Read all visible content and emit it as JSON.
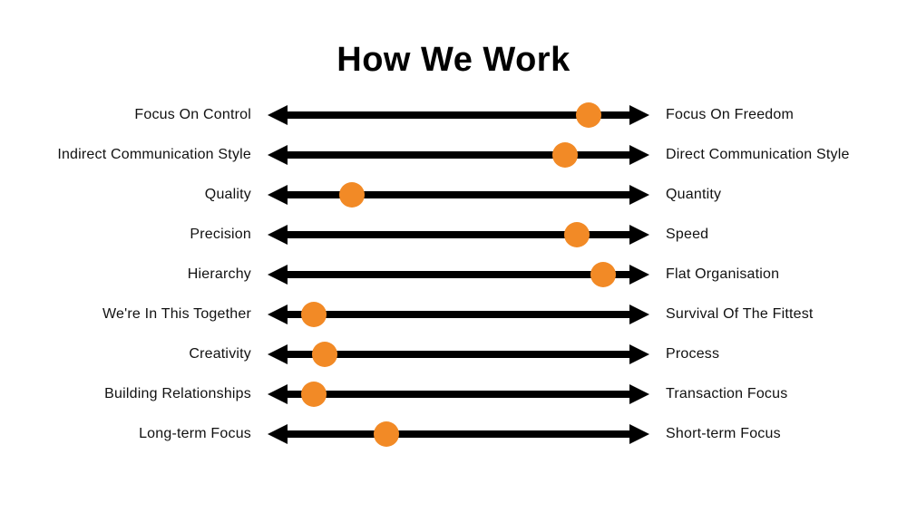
{
  "title": "How We Work",
  "colors": {
    "dot": "#F28A26",
    "arrow": "#000000",
    "text": "#111111"
  },
  "chart_data": {
    "type": "spectrum-dot",
    "title": "How We Work",
    "scale": [
      0,
      100
    ],
    "rows": [
      {
        "left": "Focus On Control",
        "right": "Focus On Freedom",
        "position": 84
      },
      {
        "left": "Indirect Communication Style",
        "right": "Direct Communication Style",
        "position": 78
      },
      {
        "left": "Quality",
        "right": "Quantity",
        "position": 22
      },
      {
        "left": "Precision",
        "right": "Speed",
        "position": 81
      },
      {
        "left": "Hierarchy",
        "right": "Flat Organisation",
        "position": 88
      },
      {
        "left": "We're In This Together",
        "right": "Survival Of The Fittest",
        "position": 12
      },
      {
        "left": "Creativity",
        "right": "Process",
        "position": 15
      },
      {
        "left": "Building Relationships",
        "right": "Transaction Focus",
        "position": 12
      },
      {
        "left": "Long-term Focus",
        "right": "Short-term Focus",
        "position": 31
      }
    ]
  }
}
